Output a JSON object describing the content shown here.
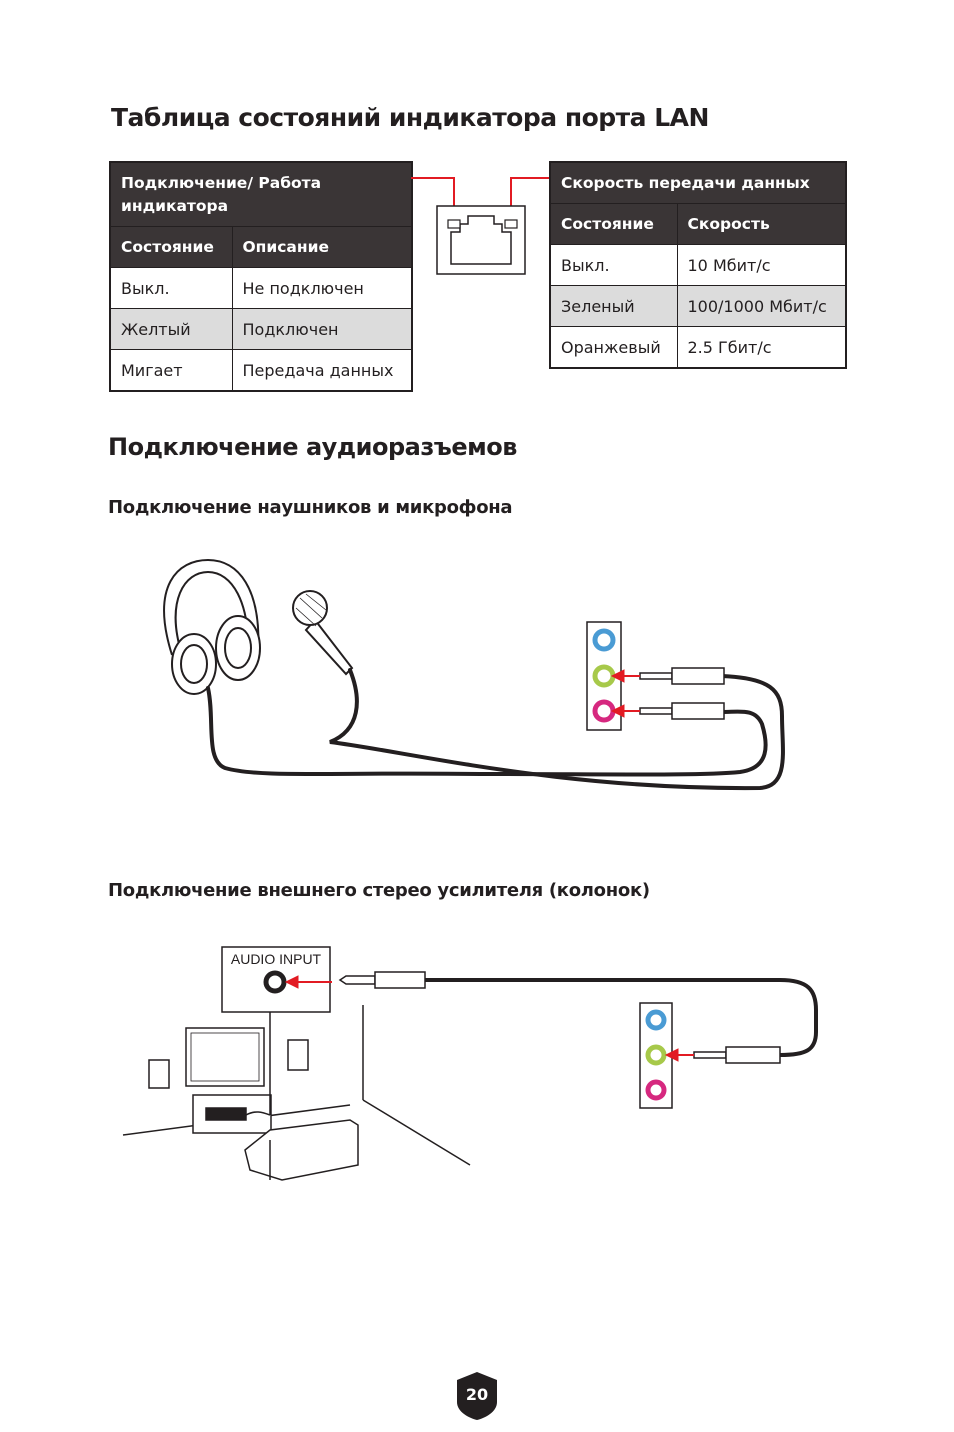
{
  "lan_section": {
    "title": "Таблица состояний индикатора порта LAN",
    "link_table": {
      "header": "Подключение/ Работа индикатора",
      "columns": [
        "Состояние",
        "Описание"
      ],
      "rows": [
        [
          "Выкл.",
          "Не подключен"
        ],
        [
          "Желтый",
          "Подключен"
        ],
        [
          "Мигает",
          "Передача данных"
        ]
      ]
    },
    "speed_table": {
      "header": "Скорость передачи данных",
      "columns": [
        "Состояние",
        "Скорость"
      ],
      "rows": [
        [
          "Выкл.",
          "10 Мбит/с"
        ],
        [
          "Зеленый",
          "100/1000 Мбит/с"
        ],
        [
          "Оранжевый",
          "2.5 Гбит/с"
        ]
      ]
    }
  },
  "audio_section": {
    "title": "Подключение аудиоразъемов",
    "headset_subtitle": "Подключение наушников и микрофона",
    "amplifier_subtitle": "Подключение внешнего стерео усилителя (колонок)",
    "audio_input_label": "AUDIO INPUT"
  },
  "colors": {
    "accent": "#e21b23",
    "header_bg": "#3a3536",
    "row_gray": "#dcdcdc",
    "jack_blue": "#4a9bd4",
    "jack_green": "#a7c94a",
    "jack_pink": "#d6287f"
  },
  "page_number": "20"
}
